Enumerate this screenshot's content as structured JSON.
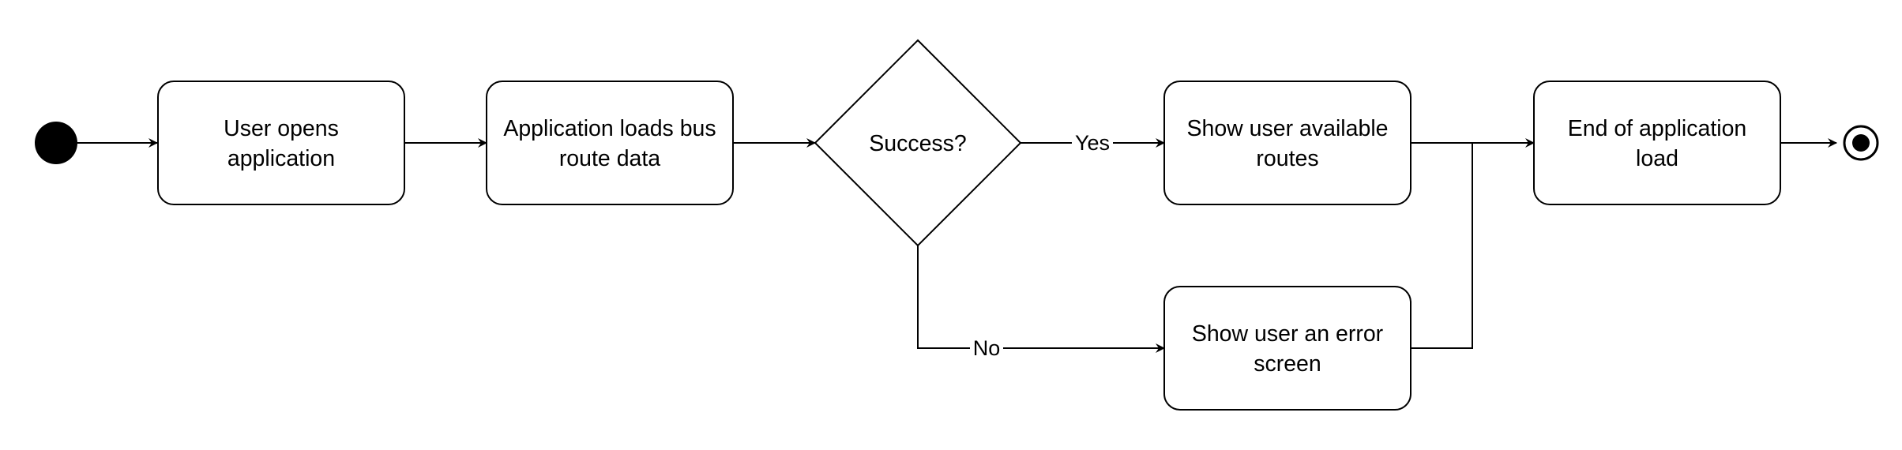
{
  "diagram": {
    "nodes": {
      "user_opens": {
        "line1": "User opens",
        "line2": "application"
      },
      "loads_data": {
        "line1": "Application loads bus",
        "line2": "route data"
      },
      "success": {
        "label": "Success?"
      },
      "show_routes": {
        "line1": "Show user available",
        "line2": "routes"
      },
      "show_error": {
        "line1": "Show user an error",
        "line2": "screen"
      },
      "end_load": {
        "line1": "End of application",
        "line2": "load"
      }
    },
    "edges": {
      "yes_label": "Yes",
      "no_label": "No"
    },
    "colors": {
      "stroke": "#000000",
      "fill": "#ffffff",
      "initial_node": "#000000"
    }
  }
}
